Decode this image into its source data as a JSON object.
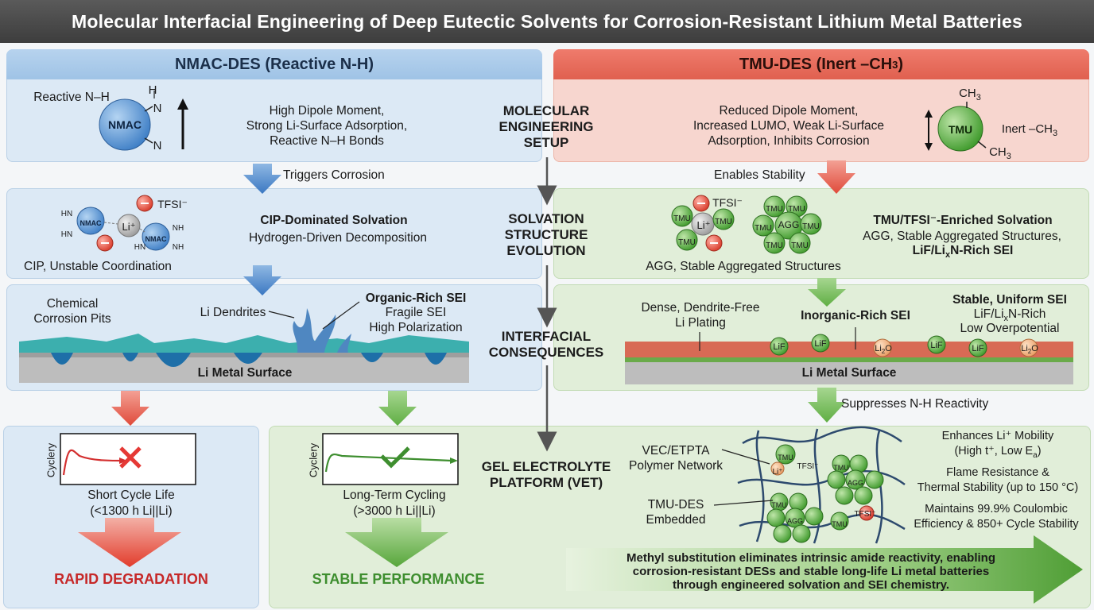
{
  "title": "Molecular Interfacial Engineering of Deep Eutectic Solvents for Corrosion-Resistant Lithium Metal Batteries",
  "left_header": "NMAC-DES (Reactive N-H)",
  "right_header_main": "TMU-DES (Inert –CH",
  "right_header_sub": "3",
  "right_header_end": ")",
  "stage_labels": {
    "setup": [
      "MOLECULAR",
      "ENGINEERING",
      "SETUP"
    ],
    "solvation": [
      "SOLVATION",
      "STRUCTURE",
      "EVOLUTION"
    ],
    "interfacial": [
      "INTERFACIAL",
      "CONSEQUENCES"
    ],
    "gel": [
      "GEL ELECTROLYTE",
      "PLATFORM (VET)"
    ]
  },
  "nmac": {
    "reactive_label": "Reactive N–H",
    "molecule": "NMAC",
    "h_label": "H",
    "n_label": "N",
    "desc": [
      "High Dipole Moment,",
      "Strong Li-Surface Adsorption,",
      "Reactive N–H Bonds"
    ],
    "arrow_label": "Triggers Corrosion"
  },
  "tmu": {
    "desc": [
      "Reduced Dipole Moment,",
      "Increased LUMO, Weak Li-Surface",
      "Adsorption, Inhibits Corrosion"
    ],
    "molecule": "TMU",
    "ch3": "CH",
    "sub3": "3",
    "inert_label": "Inert –CH",
    "arrow_label": "Enables Stability"
  },
  "left_solvation": {
    "hn": "HN",
    "nh": "NH",
    "mol": "NMAC",
    "li": "Li⁺",
    "tfsi": "TFSI⁻",
    "title": "CIP-Dominated Solvation",
    "sub": "Hydrogen-Driven Decomposition",
    "caption": "CIP, Unstable Coordination"
  },
  "right_solvation": {
    "tfsi": "TFSI⁻",
    "tmu": "TMU",
    "li": "Li⁺",
    "agg": "AGG",
    "title": "TMU/TFSI⁻-Enriched Solvation",
    "line2": "AGG, Stable Aggregated Structures,",
    "line3_a": "LiF/Li",
    "line3_x": "x",
    "line3_b": "N-Rich SEI",
    "caption": "AGG, Stable Aggregated Structures"
  },
  "left_interface": {
    "pits": [
      "Chemical",
      "Corrosion Pits"
    ],
    "dendrites": "Li Dendrites",
    "sei_title": "Organic-Rich SEI",
    "sei_lines": [
      "Fragile SEI",
      "High Polarization"
    ],
    "surface": "Li Metal Surface"
  },
  "right_interface": {
    "plating": [
      "Dense, Dendrite-Free",
      "Li Plating"
    ],
    "sei": "Inorganic-Rich SEI",
    "stable_title": "Stable, Uniform SEI",
    "stable_l2a": "LiF/Li",
    "stable_l2x": "x",
    "stable_l2b": "N-Rich",
    "stable_l3": "Low Overpotential",
    "lif": "LiF",
    "li2o_a": "Li",
    "li2o_sub": "2",
    "li2o_b": "O",
    "surface": "Li Metal Surface",
    "suppress": "Suppresses N-H Reactivity"
  },
  "left_perf": {
    "axis": "Cyclery",
    "label": "Short Cycle Life",
    "sub": "(<1300 h Li||Li)",
    "result": "RAPID DEGRADATION"
  },
  "mid_perf": {
    "axis": "Cyclery",
    "label": "Long-Term Cycling",
    "sub": "(>3000 h Li||Li)",
    "result": "STABLE PERFORMANCE"
  },
  "gel": {
    "network": [
      "VEC/ETPTA",
      "Polymer Network"
    ],
    "embedded": [
      "TMU-DES",
      "Embedded"
    ],
    "m_tmu": "TMU",
    "m_agg": "AGG",
    "tfsi": "TFSI⁻",
    "li": "Li⁺",
    "b1": "Enhances Li⁺ Mobility",
    "b1b_a": "(High t⁺, Low E",
    "b1b_sub": "a",
    "b1b_end": ")",
    "b2": [
      "Flame Resistance &",
      "Thermal Stability (up to 150 °C)"
    ],
    "b3": [
      "Maintains 99.9% Coulombic",
      "Efficiency & 850+ Cycle Stability"
    ]
  },
  "conclusion": [
    "Methyl substitution eliminates intrinsic amide reactivity, enabling",
    "corrosion-resistant DESs and stable long-life Li metal batteries",
    "through engineered solvation and SEI chemistry."
  ],
  "colors": {
    "blue_panel": "#dce9f5",
    "green_panel": "#e1eed9",
    "red_header": "#e0604f",
    "blue_header": "#a9cbea",
    "red_result": "#c62828",
    "green_result": "#3e8e2f"
  }
}
